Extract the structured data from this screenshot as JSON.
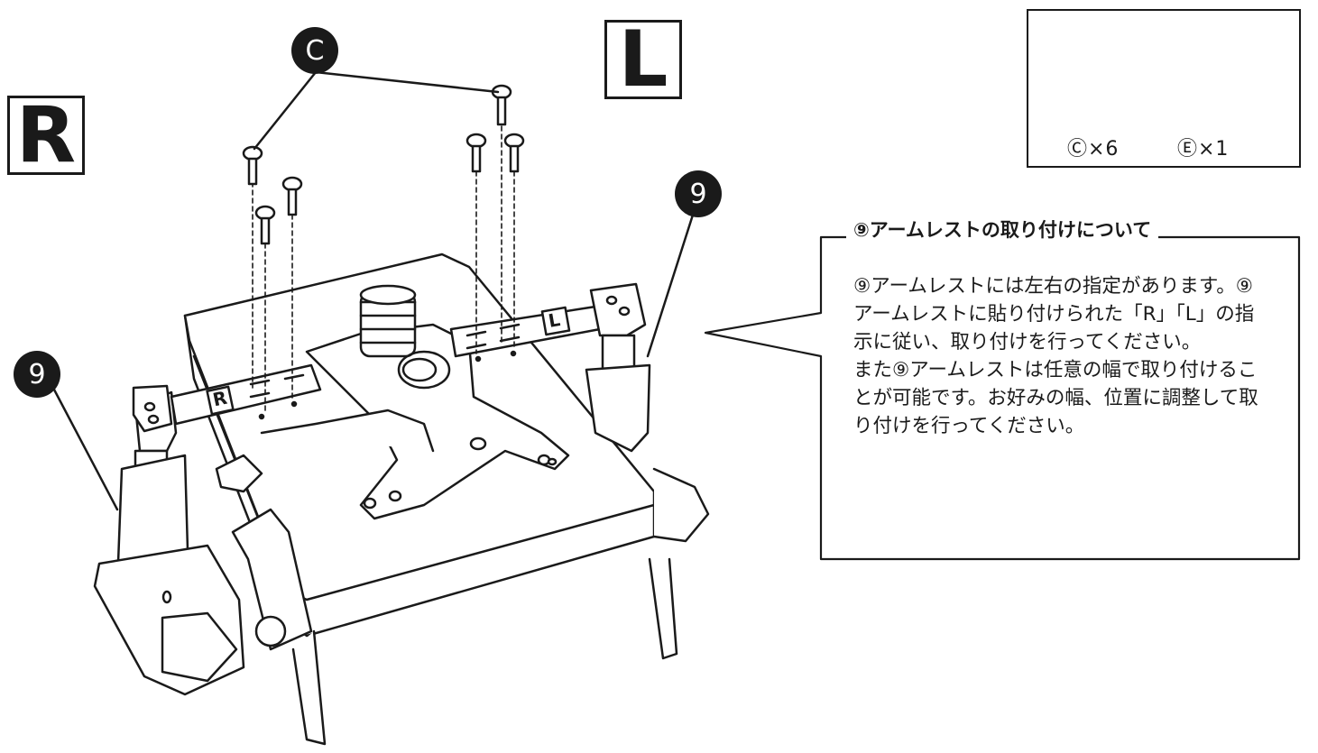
{
  "markers": {
    "right": "R",
    "left": "L"
  },
  "callouts": {
    "screw": "C",
    "armrest_left": "9",
    "armrest_right": "9"
  },
  "parts": {
    "screw_qty": "Ⓒ×6",
    "wrench_qty": "Ⓔ×1"
  },
  "note": {
    "title": "⑨アームレストの取り付けについて",
    "paragraph1": "⑨アームレストには左右の指定があります。⑨アームレストに貼り付けられた「R」「L」の指示に従い、取り付けを行ってください。",
    "paragraph2": "また⑨アームレストは任意の幅で取り付けることが可能です。お好みの幅、位置に調整して取り付けを行ってください。"
  },
  "stickers": {
    "right": "R",
    "left": "L"
  }
}
